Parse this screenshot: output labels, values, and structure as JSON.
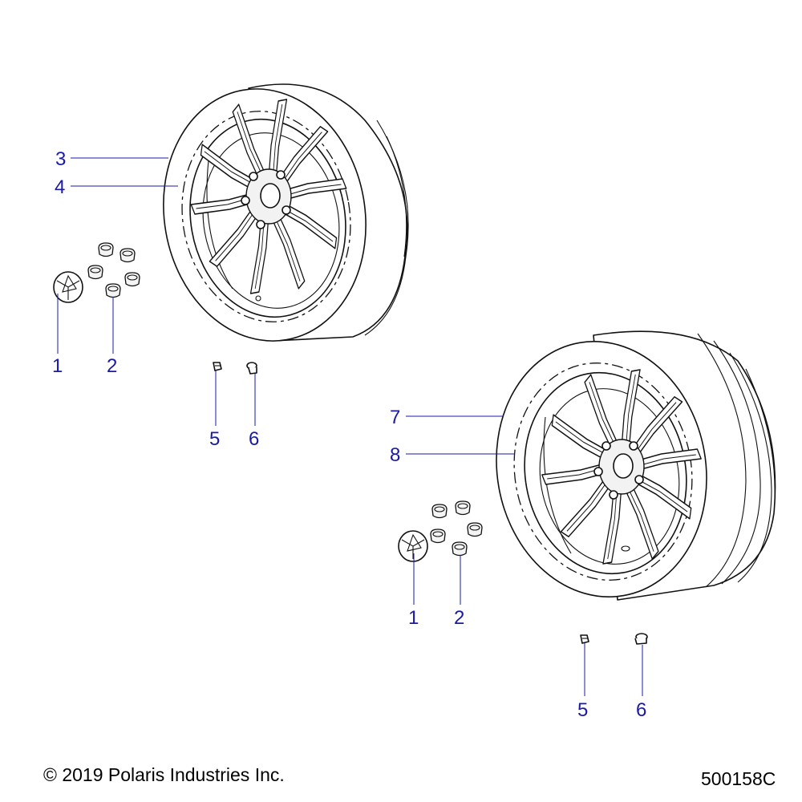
{
  "callouts": {
    "top_1": "1",
    "top_2": "2",
    "top_3": "3",
    "top_4": "4",
    "top_5": "5",
    "top_6": "6",
    "bottom_1": "1",
    "bottom_2": "2",
    "bottom_5": "5",
    "bottom_6": "6",
    "bottom_7": "7",
    "bottom_8": "8"
  },
  "footer": {
    "copyright": "© 2019 Polaris Industries Inc.",
    "diagram_id": "500158C"
  },
  "colors": {
    "callout_text": "#1a1aa6",
    "line_art": "#111111",
    "background": "#ffffff"
  }
}
